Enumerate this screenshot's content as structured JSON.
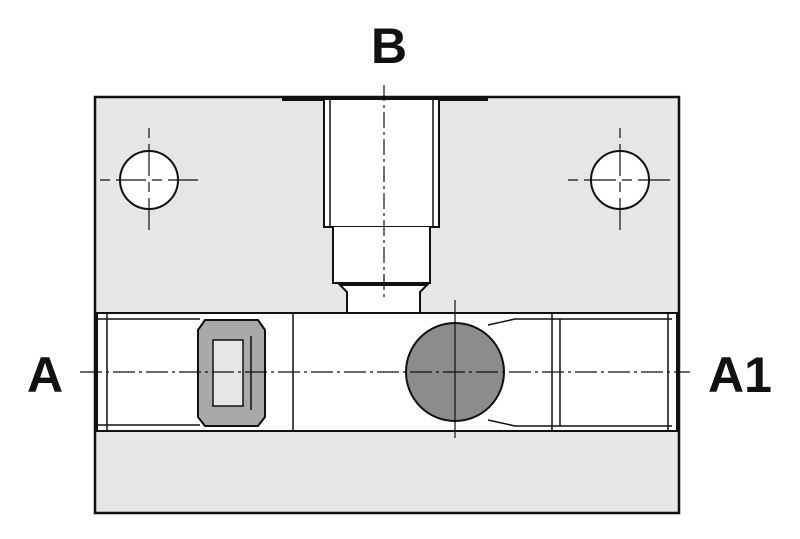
{
  "labels": {
    "port_b": "B",
    "port_a": "A",
    "port_a1": "A1"
  },
  "colors": {
    "body_fill": "#e6e6e6",
    "outline": "#111111",
    "ball_fill": "#8c8c8c",
    "insert_fill": "#a9a9a9",
    "bore_fill": "#ffffff",
    "background": "#ffffff"
  }
}
